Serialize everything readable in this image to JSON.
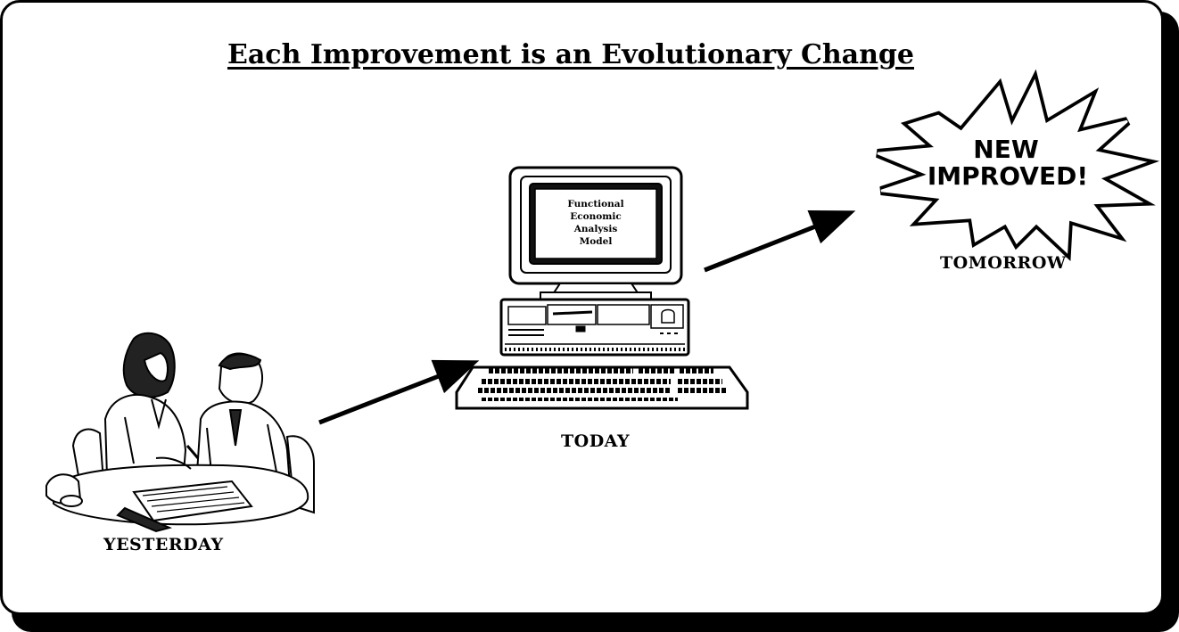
{
  "title": "Each Improvement is an Evolutionary Change",
  "stages": {
    "yesterday": "YESTERDAY",
    "today": "TODAY",
    "tomorrow": "TOMORROW"
  },
  "screen_text": [
    "Functional",
    "Economic",
    "Analysis",
    "Model"
  ],
  "burst_text": [
    "NEW",
    "IMPROVED!"
  ]
}
